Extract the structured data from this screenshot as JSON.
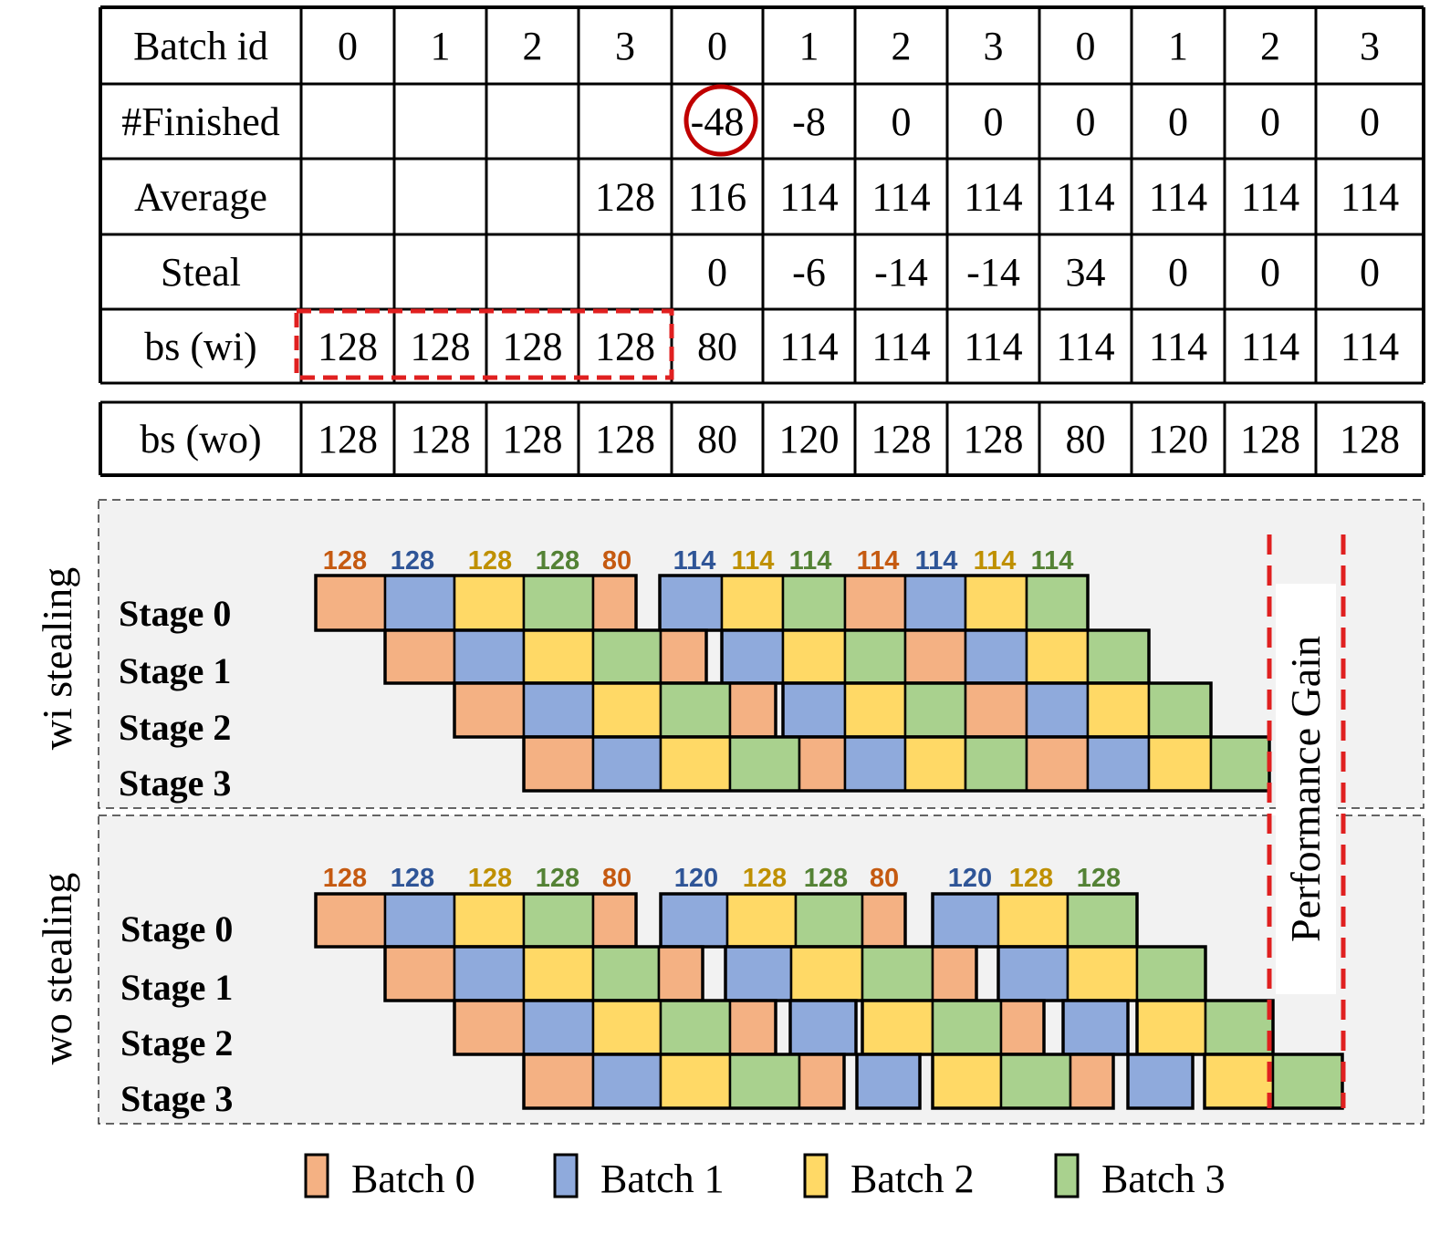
{
  "colors": {
    "batch0": "#f4b183",
    "batch1": "#8faadc",
    "batch2": "#ffd966",
    "batch3": "#a9d18e",
    "label0": "#c55a11",
    "label1": "#2f5597",
    "label2": "#bf9000",
    "label3": "#548235",
    "highlight": "#e02020",
    "circle": "#c00000",
    "panel_bg": "#f2f2f2"
  },
  "table": {
    "rows": [
      {
        "label": "Batch id",
        "cells": [
          "0",
          "1",
          "2",
          "3",
          "0",
          "1",
          "2",
          "3",
          "0",
          "1",
          "2",
          "3"
        ]
      },
      {
        "label": "#Finished",
        "cells": [
          "",
          "",
          "",
          "",
          "-48",
          "-8",
          "0",
          "0",
          "0",
          "0",
          "0",
          "0"
        ]
      },
      {
        "label": "Average",
        "cells": [
          "",
          "",
          "",
          "128",
          "116",
          "114",
          "114",
          "114",
          "114",
          "114",
          "114",
          "114"
        ]
      },
      {
        "label": "Steal",
        "cells": [
          "",
          "",
          "",
          "",
          "0",
          "-6",
          "-14",
          "-14",
          "34",
          "0",
          "0",
          "0"
        ]
      },
      {
        "label": "bs (wi)",
        "cells": [
          "128",
          "128",
          "128",
          "128",
          "80",
          "114",
          "114",
          "114",
          "114",
          "114",
          "114",
          "114"
        ]
      },
      {
        "label": "bs (wo)",
        "cells": [
          "128",
          "128",
          "128",
          "128",
          "80",
          "120",
          "128",
          "128",
          "80",
          "120",
          "128",
          "128"
        ]
      }
    ]
  },
  "panels": [
    {
      "side_label": "wi stealing",
      "stage_labels": [
        "Stage 0",
        "Stage 1",
        "Stage 2",
        "Stage 3"
      ],
      "batch_sizes": [
        {
          "text": "128",
          "batch": 0
        },
        {
          "text": "128",
          "batch": 1
        },
        {
          "text": "128",
          "batch": 2
        },
        {
          "text": "128",
          "batch": 3
        },
        {
          "text": "80",
          "batch": 0
        },
        {
          "text": "114",
          "batch": 1
        },
        {
          "text": "114",
          "batch": 2
        },
        {
          "text": "114",
          "batch": 3
        },
        {
          "text": "114",
          "batch": 0
        },
        {
          "text": "114",
          "batch": 1
        },
        {
          "text": "114",
          "batch": 2
        },
        {
          "text": "114",
          "batch": 3
        }
      ]
    },
    {
      "side_label": "wo stealing",
      "stage_labels": [
        "Stage 0",
        "Stage 1",
        "Stage 2",
        "Stage 3"
      ],
      "batch_sizes": [
        {
          "text": "128",
          "batch": 0
        },
        {
          "text": "128",
          "batch": 1
        },
        {
          "text": "128",
          "batch": 2
        },
        {
          "text": "128",
          "batch": 3
        },
        {
          "text": "80",
          "batch": 0
        },
        {
          "text": "120",
          "batch": 1
        },
        {
          "text": "128",
          "batch": 2
        },
        {
          "text": "128",
          "batch": 3
        },
        {
          "text": "80",
          "batch": 0
        },
        {
          "text": "120",
          "batch": 1
        },
        {
          "text": "128",
          "batch": 2
        },
        {
          "text": "128",
          "batch": 3
        }
      ]
    }
  ],
  "performance_gain_label": "Performance Gain",
  "legend": [
    {
      "label": "Batch 0",
      "batch": 0
    },
    {
      "label": "Batch 1",
      "batch": 1
    },
    {
      "label": "Batch 2",
      "batch": 2
    },
    {
      "label": "Batch 3",
      "batch": 3
    }
  ]
}
